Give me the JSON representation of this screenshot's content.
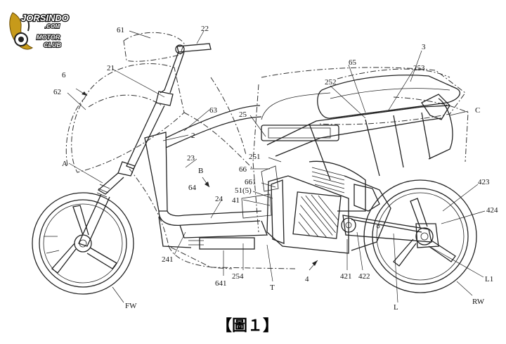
{
  "logo": {
    "brand": "JORSINDO",
    "domain": ".COM",
    "line2": "MOTOR",
    "line3": "CLUB"
  },
  "caption": "【圖１】",
  "labels": [
    {
      "id": "61",
      "text": "61"
    },
    {
      "id": "22",
      "text": "22"
    },
    {
      "id": "3",
      "text": "3"
    },
    {
      "id": "6",
      "text": "6"
    },
    {
      "id": "21",
      "text": "21"
    },
    {
      "id": "65",
      "text": "65"
    },
    {
      "id": "253",
      "text": "253"
    },
    {
      "id": "62",
      "text": "62"
    },
    {
      "id": "252",
      "text": "252"
    },
    {
      "id": "63",
      "text": "63"
    },
    {
      "id": "25",
      "text": "25"
    },
    {
      "id": "C",
      "text": "C"
    },
    {
      "id": "2",
      "text": "2"
    },
    {
      "id": "251",
      "text": "251"
    },
    {
      "id": "A",
      "text": "A"
    },
    {
      "id": "23",
      "text": "23"
    },
    {
      "id": "B",
      "text": "B"
    },
    {
      "id": "66",
      "text": "66"
    },
    {
      "id": "661",
      "text": "661"
    },
    {
      "id": "64",
      "text": "64"
    },
    {
      "id": "51_5",
      "text": "51(5)"
    },
    {
      "id": "24",
      "text": "24"
    },
    {
      "id": "41",
      "text": "41"
    },
    {
      "id": "423",
      "text": "423"
    },
    {
      "id": "424",
      "text": "424"
    },
    {
      "id": "421",
      "text": "421"
    },
    {
      "id": "422",
      "text": "422"
    },
    {
      "id": "L1",
      "text": "L1"
    },
    {
      "id": "241",
      "text": "241"
    },
    {
      "id": "254",
      "text": "254"
    },
    {
      "id": "641",
      "text": "641"
    },
    {
      "id": "T",
      "text": "T"
    },
    {
      "id": "4",
      "text": "4"
    },
    {
      "id": "FW",
      "text": "FW"
    },
    {
      "id": "L",
      "text": "L"
    },
    {
      "id": "RW",
      "text": "RW"
    }
  ]
}
